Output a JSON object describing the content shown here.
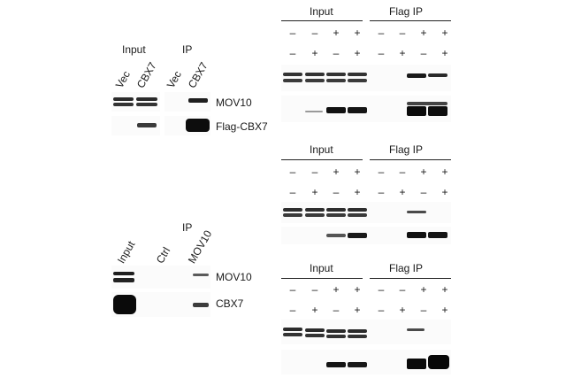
{
  "figure": {
    "panel_a": {
      "group_input": "Input",
      "group_ip": "IP",
      "lanes": [
        "Vec",
        "CBX7",
        "Vec",
        "CBX7"
      ],
      "blot_labels": [
        "MOV10",
        "Flag-CBX7"
      ]
    },
    "panel_b": {
      "group_ip": "IP",
      "lanes": [
        "Input",
        "Ctrl",
        "MOV10"
      ],
      "blot_labels": [
        "MOV10",
        "CBX7"
      ]
    },
    "panel_c": {
      "blocks": [
        {
          "group_input": "Input",
          "group_flag_ip": "Flag IP",
          "row1": [
            "–",
            "–",
            "+",
            "+",
            "–",
            "–",
            "+",
            "+"
          ],
          "row2": [
            "–",
            "+",
            "–",
            "+",
            "–",
            "+",
            "–",
            "+"
          ]
        },
        {
          "group_input": "Input",
          "group_flag_ip": "Flag IP",
          "row1": [
            "–",
            "–",
            "+",
            "+",
            "–",
            "–",
            "+",
            "+"
          ],
          "row2": [
            "–",
            "+",
            "–",
            "+",
            "–",
            "+",
            "–",
            "+"
          ]
        },
        {
          "group_input": "Input",
          "group_flag_ip": "Flag IP",
          "row1": [
            "–",
            "–",
            "+",
            "+",
            "–",
            "–",
            "+",
            "+"
          ],
          "row2": [
            "–",
            "+",
            "–",
            "+",
            "–",
            "+",
            "–",
            "+"
          ]
        }
      ]
    }
  }
}
